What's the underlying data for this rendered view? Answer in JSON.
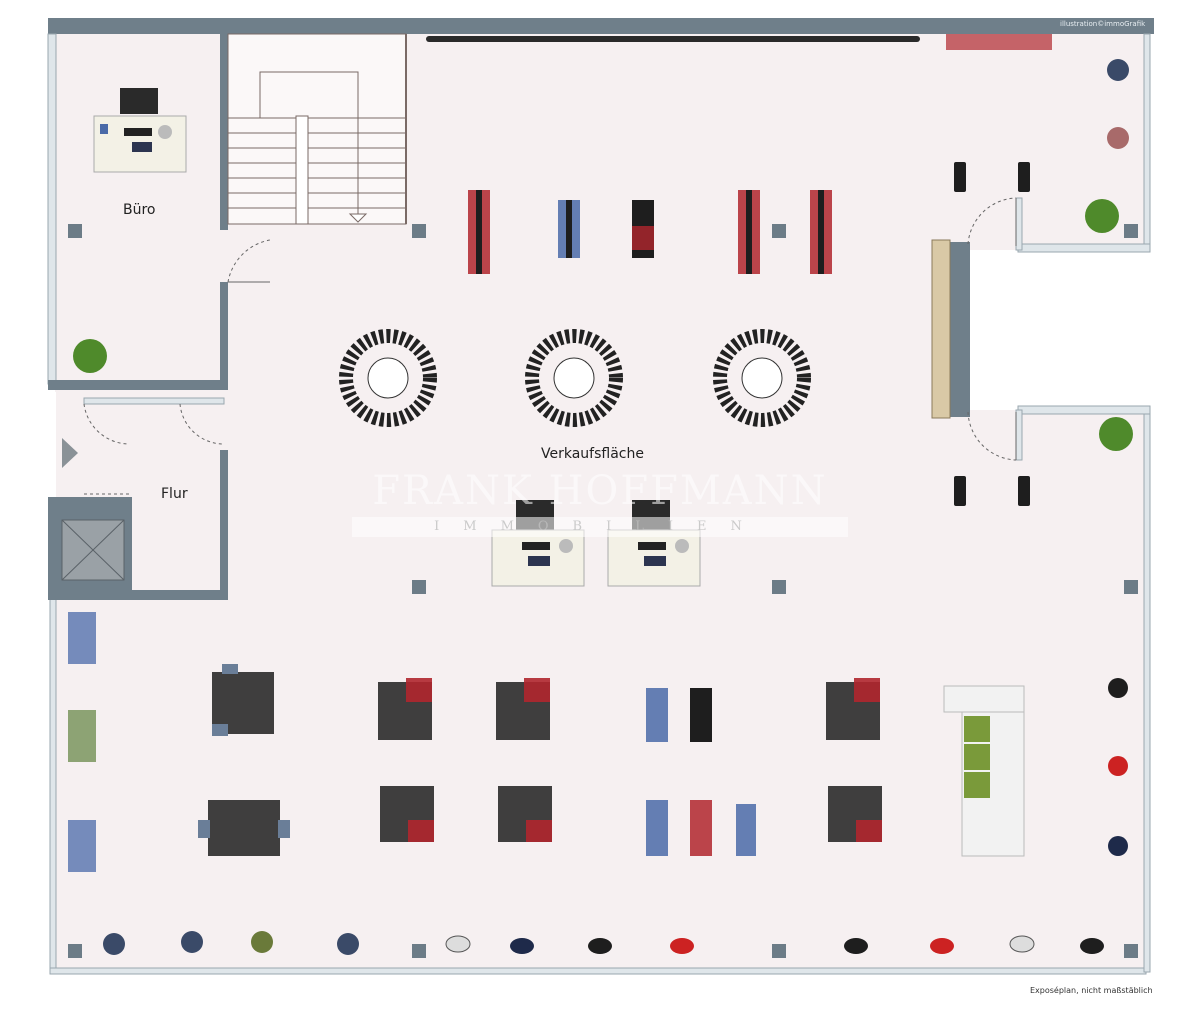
{
  "credit": "illustration©immoGrafik",
  "footer_note": "Exposéplan, nicht maßstäblich",
  "watermark": {
    "line1": "FRANK HOFFMANN",
    "line2": "IMMOBILIEN"
  },
  "rooms": {
    "office": "Büro",
    "hall": "Flur",
    "sales": "Verkaufsfläche"
  },
  "colors": {
    "floor": "#f6f0f1",
    "wall": "#6f7f8a",
    "glass": "#e6ecef",
    "pillar": "#6c7c87",
    "plant": "#4f8a2b",
    "shoe_red": "#b0262d",
    "shoe_blue": "#4a6aa8",
    "shoe_black": "#1e1e1e"
  }
}
